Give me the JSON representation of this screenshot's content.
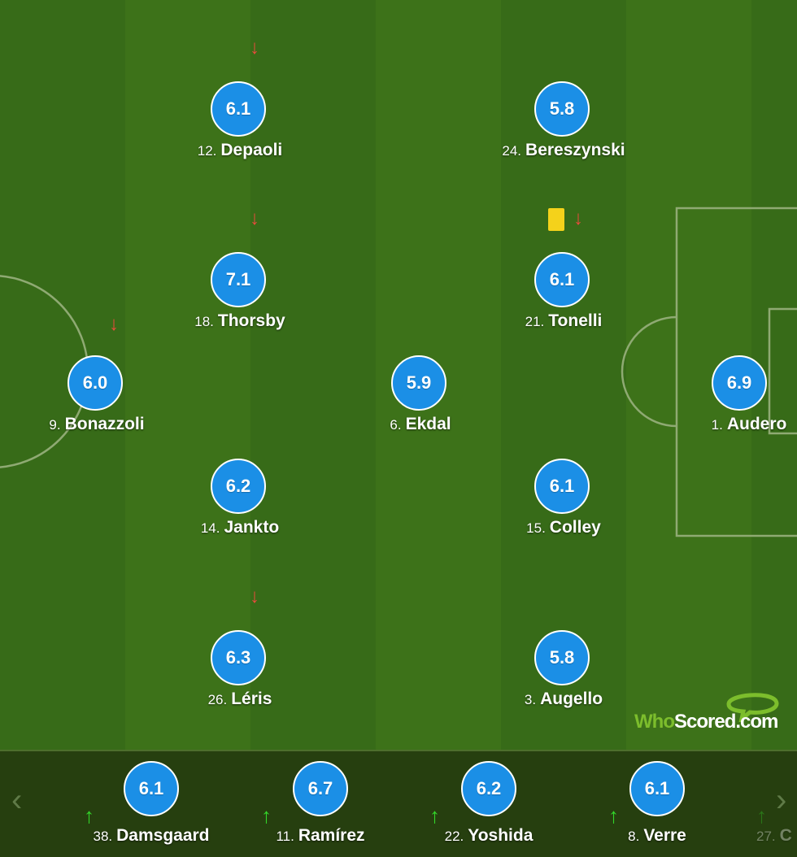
{
  "starters": [
    {
      "id": "depaoli",
      "number": "12.",
      "name": "Depaoli",
      "rating": "6.1",
      "subbed_off": true,
      "yellow_card": false
    },
    {
      "id": "bereszynski",
      "number": "24.",
      "name": "Bereszynski",
      "rating": "5.8",
      "subbed_off": false,
      "yellow_card": false
    },
    {
      "id": "thorsby",
      "number": "18.",
      "name": "Thorsby",
      "rating": "7.1",
      "subbed_off": true,
      "yellow_card": false
    },
    {
      "id": "tonelli",
      "number": "21.",
      "name": "Tonelli",
      "rating": "6.1",
      "subbed_off": true,
      "yellow_card": true
    },
    {
      "id": "bonazzoli",
      "number": "9.",
      "name": "Bonazzoli",
      "rating": "6.0",
      "subbed_off": true,
      "yellow_card": false
    },
    {
      "id": "ekdal",
      "number": "6.",
      "name": "Ekdal",
      "rating": "5.9",
      "subbed_off": false,
      "yellow_card": false
    },
    {
      "id": "audero",
      "number": "1.",
      "name": "Audero",
      "rating": "6.9",
      "subbed_off": false,
      "yellow_card": false
    },
    {
      "id": "jankto",
      "number": "14.",
      "name": "Jankto",
      "rating": "6.2",
      "subbed_off": false,
      "yellow_card": false
    },
    {
      "id": "colley",
      "number": "15.",
      "name": "Colley",
      "rating": "6.1",
      "subbed_off": false,
      "yellow_card": false
    },
    {
      "id": "leris",
      "number": "26.",
      "name": "Léris",
      "rating": "6.3",
      "subbed_off": true,
      "yellow_card": false
    },
    {
      "id": "augello",
      "number": "3.",
      "name": "Augello",
      "rating": "5.8",
      "subbed_off": false,
      "yellow_card": false
    }
  ],
  "bench": [
    {
      "id": "damsgaard",
      "number": "38.",
      "name": "Damsgaard",
      "rating": "6.1"
    },
    {
      "id": "ramirez",
      "number": "11.",
      "name": "Ramírez",
      "rating": "6.7"
    },
    {
      "id": "yoshida",
      "number": "22.",
      "name": "Yoshida",
      "rating": "6.2"
    },
    {
      "id": "verre",
      "number": "8.",
      "name": "Verre",
      "rating": "6.1"
    },
    {
      "id": "partial",
      "number": "27.",
      "name": "C",
      "rating": ""
    }
  ],
  "icons": {
    "sub_off": "down-arrow-icon",
    "sub_on": "up-arrow-icon",
    "card": "yellow-card-icon",
    "prev": "chevron-left-icon",
    "next": "chevron-right-icon",
    "arrow_down_glyph": "↓",
    "arrow_up_glyph": "↑",
    "prev_glyph": "‹",
    "next_glyph": "›"
  },
  "logo": {
    "part1": "Who",
    "part2": "Scored",
    "part3": ".com"
  },
  "colors": {
    "rating_circle": "#1b8fe6",
    "sub_off_arrow": "#e84b3c",
    "sub_on_arrow": "#33d62a",
    "yellow_card": "#f4d21b",
    "logo_green": "#7cbd2c"
  }
}
